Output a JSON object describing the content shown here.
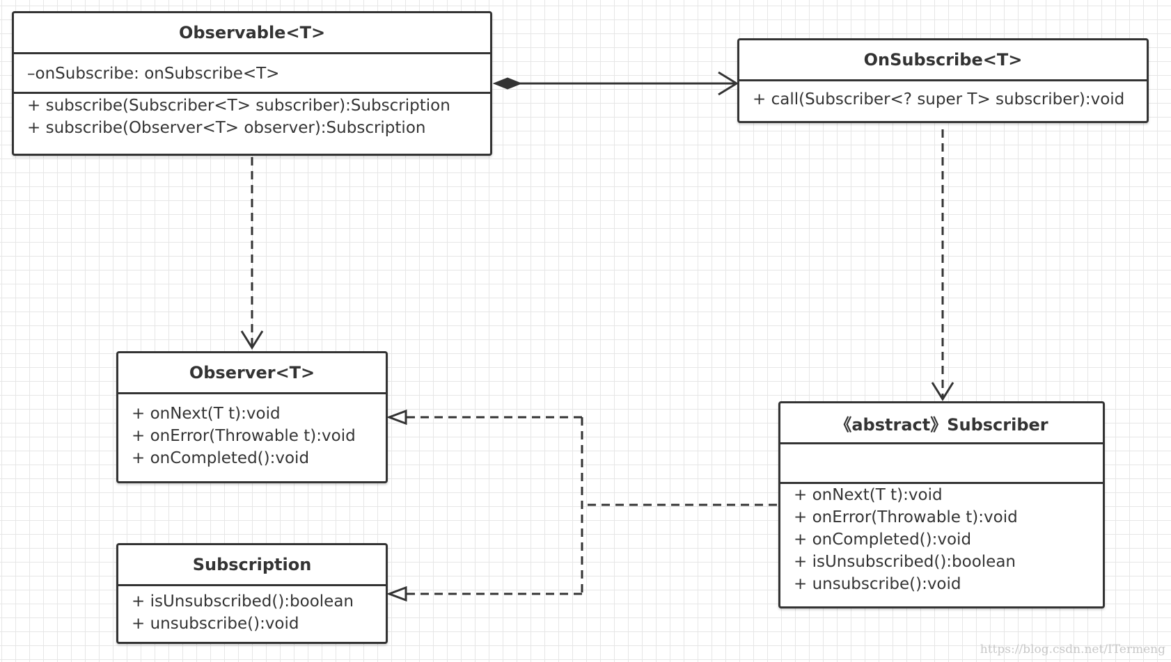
{
  "diagram": {
    "classes": {
      "observable": {
        "title": "Observable<T>",
        "attributes": [
          "–onSubscribe: onSubscribe<T>"
        ],
        "operations": [
          "+ subscribe(Subscriber<T> subscriber):Subscription",
          "+ subscribe(Observer<T> observer):Subscription"
        ]
      },
      "onsubscribe": {
        "title": "OnSubscribe<T>",
        "operations": [
          "+ call(Subscriber<? super T> subscriber):void"
        ]
      },
      "observer": {
        "title": "Observer<T>",
        "operations": [
          "+ onNext(T t):void",
          "+ onError(Throwable t):void",
          "+ onCompleted():void"
        ]
      },
      "subscription": {
        "title": "Subscription",
        "operations": [
          "+ isUnsubscribed():boolean",
          "+ unsubscribe():void"
        ]
      },
      "subscriber": {
        "title": "《abstract》Subscriber",
        "attributes": [],
        "operations": [
          "+ onNext(T t):void",
          "+ onError(Throwable t):void",
          "+ onCompleted():void",
          "+ isUnsubscribed():boolean",
          "+ unsubscribe():void"
        ]
      }
    },
    "relations": [
      {
        "from": "observable",
        "to": "onsubscribe",
        "kind": "composition"
      },
      {
        "from": "observable",
        "to": "observer",
        "kind": "dependency"
      },
      {
        "from": "onsubscribe",
        "to": "subscriber",
        "kind": "dependency"
      },
      {
        "from": "subscriber",
        "to": "observer",
        "kind": "realization"
      },
      {
        "from": "subscriber",
        "to": "subscription",
        "kind": "realization"
      }
    ],
    "colors": {
      "line": "#333333",
      "grid": "#e6e6e6",
      "background": "#ffffff"
    }
  },
  "watermark": "https://blog.csdn.net/ITermeng"
}
